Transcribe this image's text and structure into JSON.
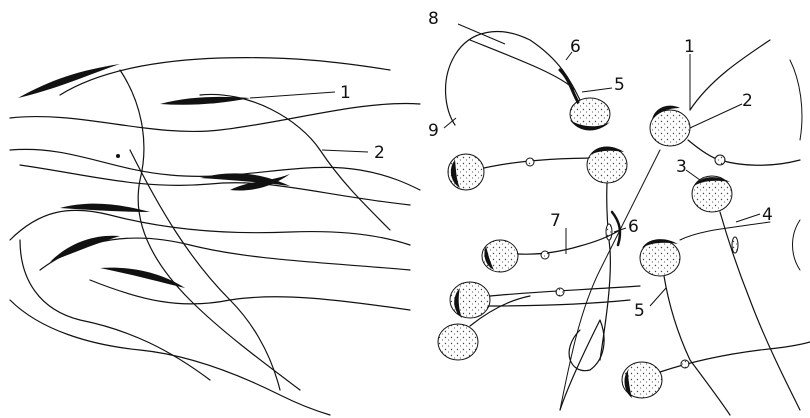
{
  "figure": {
    "left_panel": {
      "labels": [
        "1",
        "2"
      ]
    },
    "right_panel": {
      "labels": [
        "8",
        "6",
        "5",
        "1",
        "2",
        "9",
        "3",
        "4",
        "7",
        "6",
        "5"
      ]
    }
  }
}
